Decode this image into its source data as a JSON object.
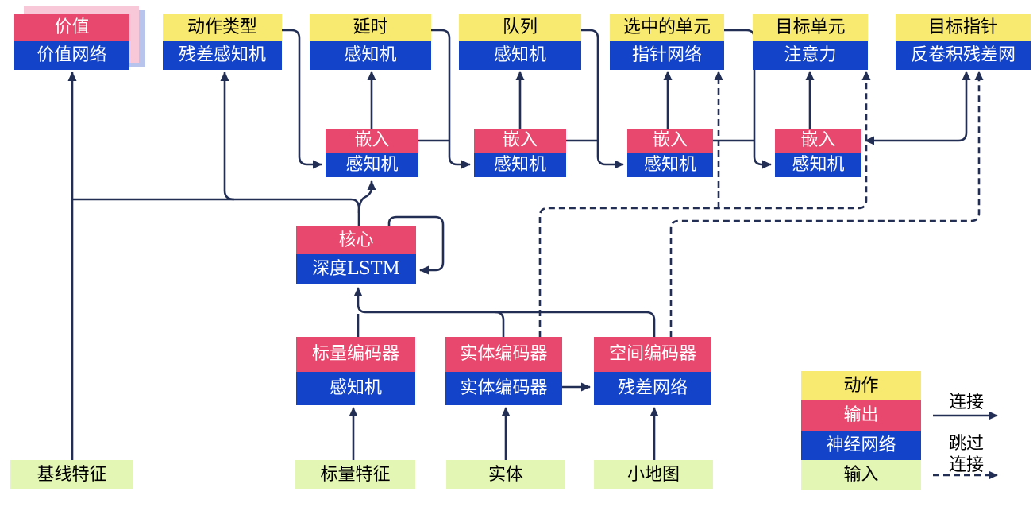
{
  "diagram": {
    "nodes": {
      "value": {
        "header": "价值",
        "body": "价值网络"
      },
      "action_type": {
        "header": "动作类型",
        "body": "残差感知机"
      },
      "delay": {
        "header": "延时",
        "body": "感知机"
      },
      "queue": {
        "header": "队列",
        "body": "感知机"
      },
      "selected_units": {
        "header": "选中的单元",
        "body": "指针网络"
      },
      "target_unit": {
        "header": "目标单元",
        "body": "注意力"
      },
      "target_pointer": {
        "header": "目标指针",
        "body": "反卷积残差网"
      },
      "embed_1": {
        "header": "嵌入",
        "body": "感知机"
      },
      "embed_2": {
        "header": "嵌入",
        "body": "感知机"
      },
      "embed_3": {
        "header": "嵌入",
        "body": "感知机"
      },
      "embed_4": {
        "header": "嵌入",
        "body": "感知机"
      },
      "core": {
        "header": "核心",
        "body": "深度LSTM"
      },
      "scalar_encoder": {
        "header": "标量编码器",
        "body": "感知机"
      },
      "entity_encoder": {
        "header": "实体编码器",
        "body": "实体编码器"
      },
      "spatial_encoder": {
        "header": "空间编码器",
        "body": "残差网络"
      },
      "baseline_features": {
        "label": "基线特征"
      },
      "scalar_features": {
        "label": "标量特征"
      },
      "entities": {
        "label": "实体"
      },
      "minimap": {
        "label": "小地图"
      }
    },
    "legend": {
      "action": "动作",
      "output": "输出",
      "neural_network": "神经网络",
      "input": "输入",
      "connection": "连接",
      "skip_connection_line1": "跳过",
      "skip_connection_line2": "连接"
    },
    "colors": {
      "action_yellow": "#F8E971",
      "output_red": "#E8486D",
      "network_blue": "#1243C8",
      "input_green": "#E4F6B3",
      "wire_navy": "#232E54",
      "value_shadow_pink": "#F8C8D8",
      "value_shadow_lavender": "#B9C4EC"
    }
  }
}
